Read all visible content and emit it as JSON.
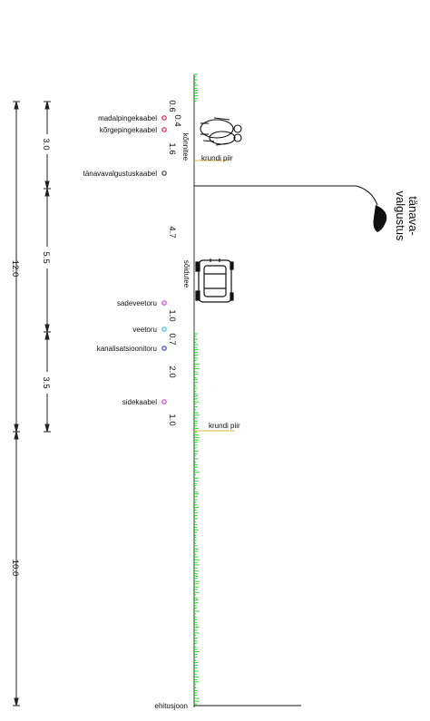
{
  "dimension_chain_inner": [
    "3.0",
    "5.5",
    "3.5"
  ],
  "dimension_chain_outer": [
    "12.0",
    "10.0"
  ],
  "offsets": [
    "0.6",
    "0.4",
    "1.6",
    "4.7",
    "1.0",
    "0.7",
    "2.0",
    "1.0"
  ],
  "labels": {
    "madalpingekaabel": "madalpingekaabel",
    "korgepingekaabel": "kõrgepingekaabel",
    "tanavavalgustuskaabel": "tänavavalgustuskaabel",
    "sadeveetoru": "sadeveetoru",
    "veetoru": "veetoru",
    "kanalisatsioonitoru": "kanalisatsioonitoru",
    "sidekaabel": "sidekaabel",
    "konnitee": "kõnnitee",
    "soidutee": "sõidutee",
    "krundi_piir_1": "krundi piir",
    "krundi_piir_2": "krundi piir",
    "ehitusjoon": "ehitusjoon",
    "tanava_line1": "tänava-",
    "tanava_line2": "valgustus"
  },
  "colors": {
    "grass": "#22dd22",
    "madalpinge": "#e0204a",
    "korgepinge": "#e0204a",
    "tanavavalgustus": "#444444",
    "sadevesi": "#d040d0",
    "vesi": "#40c0d8",
    "kanalisatsioon": "#3040c0",
    "side": "#d040d0",
    "property_line": "#e0b040"
  }
}
